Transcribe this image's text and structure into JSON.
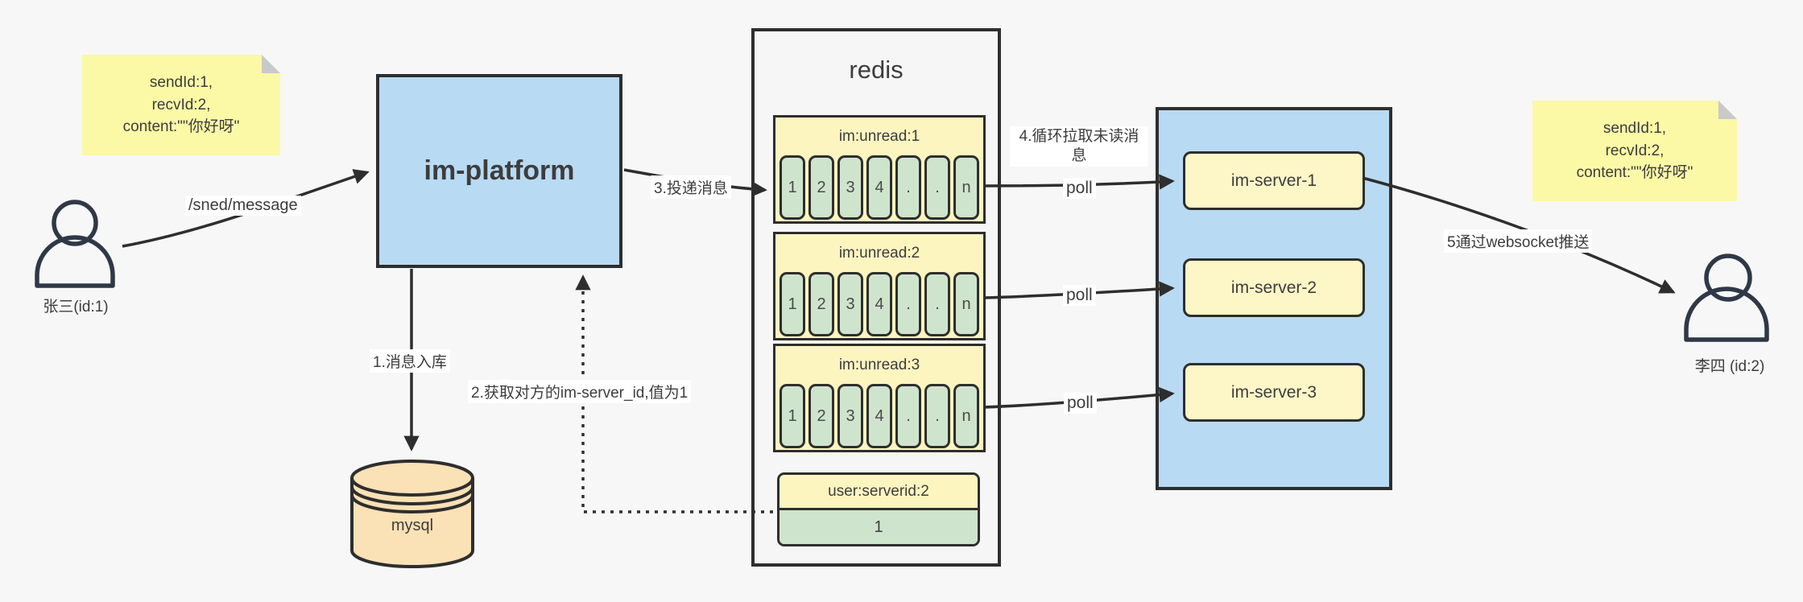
{
  "colors": {
    "background": "#f7f7f7",
    "container_blue": "#b9daf3",
    "note_yellow": "#fbf8a6",
    "box_yellow": "#fdf5c0",
    "cell_green": "#cfe4cd",
    "database_tan": "#fae1b6",
    "line_dark": "#2e2e2e"
  },
  "sender": {
    "label": "张三(id:1)"
  },
  "receiver": {
    "label": "李四 (id:2)"
  },
  "note_left": {
    "lines": [
      "sendId:1,",
      "recvId:2,",
      "content:\"\"你好呀\""
    ]
  },
  "note_right": {
    "lines": [
      "sendId:1,",
      "recvId:2,",
      "content:\"\"你好呀\""
    ]
  },
  "platform": {
    "label": "im-platform"
  },
  "database": {
    "label": "mysql"
  },
  "redis": {
    "title": "redis",
    "queues": [
      {
        "name": "im:unread:1",
        "cells": [
          "1",
          "2",
          "3",
          "4",
          ".",
          ".",
          "n"
        ]
      },
      {
        "name": "im:unread:2",
        "cells": [
          "1",
          "2",
          "3",
          "4",
          ".",
          ".",
          "n"
        ]
      },
      {
        "name": "im:unread:3",
        "cells": [
          "1",
          "2",
          "3",
          "4",
          ".",
          ".",
          "n"
        ]
      }
    ],
    "kv": {
      "key": "user:serverid:2",
      "value": "1"
    }
  },
  "servers": {
    "items": [
      "im-server-1",
      "im-server-2",
      "im-server-3"
    ]
  },
  "edges": {
    "send": "/sned/message",
    "step1": "1.消息入库",
    "step2": "2.获取对方的im-server_id,值为1",
    "step3": "3.投递消息",
    "step4": "4.循环拉取未读消息",
    "step5": "5通过websocket推送",
    "poll": "poll"
  }
}
